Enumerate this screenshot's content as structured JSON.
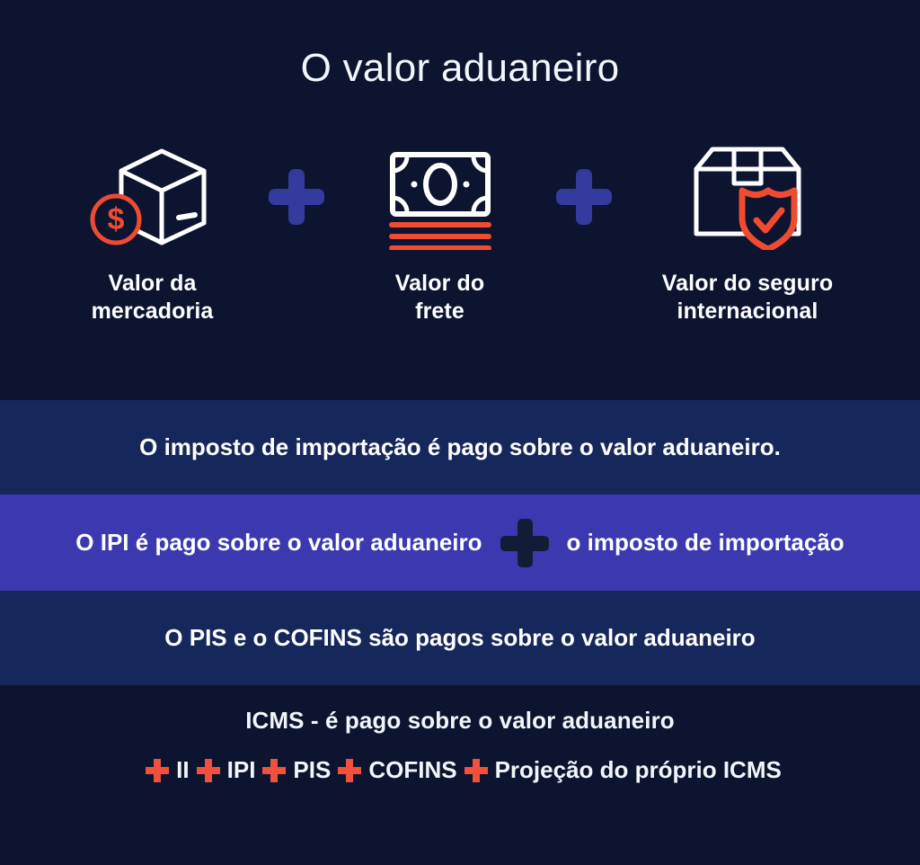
{
  "page": {
    "title": "O valor aduaneiro",
    "background_color": "#0c1430"
  },
  "colors": {
    "background_dark": "#0c1430",
    "band_navy": "#16275c",
    "band_indigo": "#3b38b0",
    "accent_red": "#f0503c",
    "plus_indigo": "#343a9e",
    "text_white": "#ffffff"
  },
  "formula": {
    "items": [
      {
        "icon": "box-dollar-icon",
        "label": "Valor da\nmercadoria"
      },
      {
        "icon": "banknote-icon",
        "label": "Valor do\nfrete"
      },
      {
        "icon": "box-shield-check-icon",
        "label": "Valor do seguro\ninternacional"
      }
    ],
    "operators": [
      "plus-icon",
      "plus-icon"
    ]
  },
  "bands": [
    {
      "text": "O imposto de importação é pago sobre o valor aduaneiro."
    },
    {
      "text_left": "O IPI é pago sobre o valor aduaneiro",
      "operator": "plus-icon",
      "text_right": "o imposto de importação"
    },
    {
      "text": "O PIS e o COFINS são pagos sobre o valor aduaneiro"
    }
  ],
  "footer": {
    "line1": "ICMS - é pago sobre o valor aduaneiro",
    "terms": [
      "II",
      "IPI",
      "PIS",
      "COFINS",
      "Projeção do próprio ICMS"
    ]
  }
}
